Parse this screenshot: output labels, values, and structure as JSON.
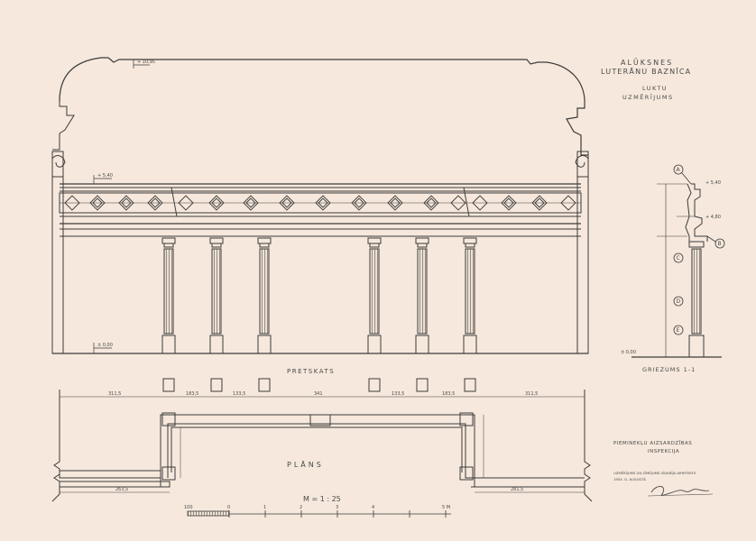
{
  "title": {
    "line1": "ALŪKSNES",
    "line2": "LUTERĀNU BAZNĪCA",
    "line3": "LUKTU",
    "line4": "UZMĒRĪJUMS"
  },
  "views": {
    "elevation": "PRETSKATS",
    "section": "GRIEZUMS 1-1",
    "plan": "PLĀNS",
    "scale": "M = 1 : 25"
  },
  "institution": {
    "line1": "PIEMINEKĻU AIZSARDZĪBAS",
    "line2": "INSPEKCIJA"
  },
  "note": {
    "line1": "UZMĒRĪJUMS UN ZĪMĒJUMS IZDARĪJA ARHITEKTS",
    "line2": "1954. G. AUGUSTĀ",
    "signature": "Josefs S."
  },
  "levels": {
    "top": "+ 10,95",
    "gallery": "+ 5,40",
    "floor": "± 0,00"
  },
  "section_marks": [
    "A",
    "B",
    "C",
    "D",
    "E"
  ],
  "section_levels": {
    "top": "+ 5,40",
    "mid": "+ 4,80",
    "floor": "± 0,00"
  },
  "plan_dims": {
    "d1": "311,5",
    "d2": "183,5",
    "d3": "133,5",
    "d4": "341",
    "d5": "133,5",
    "d6": "183,5",
    "d7": "311,5",
    "d8": "263,5",
    "d9": "281,5"
  },
  "scale_bar": {
    "ticks": [
      "100",
      "0",
      "1",
      "2",
      "3",
      "4",
      "5 M"
    ]
  }
}
